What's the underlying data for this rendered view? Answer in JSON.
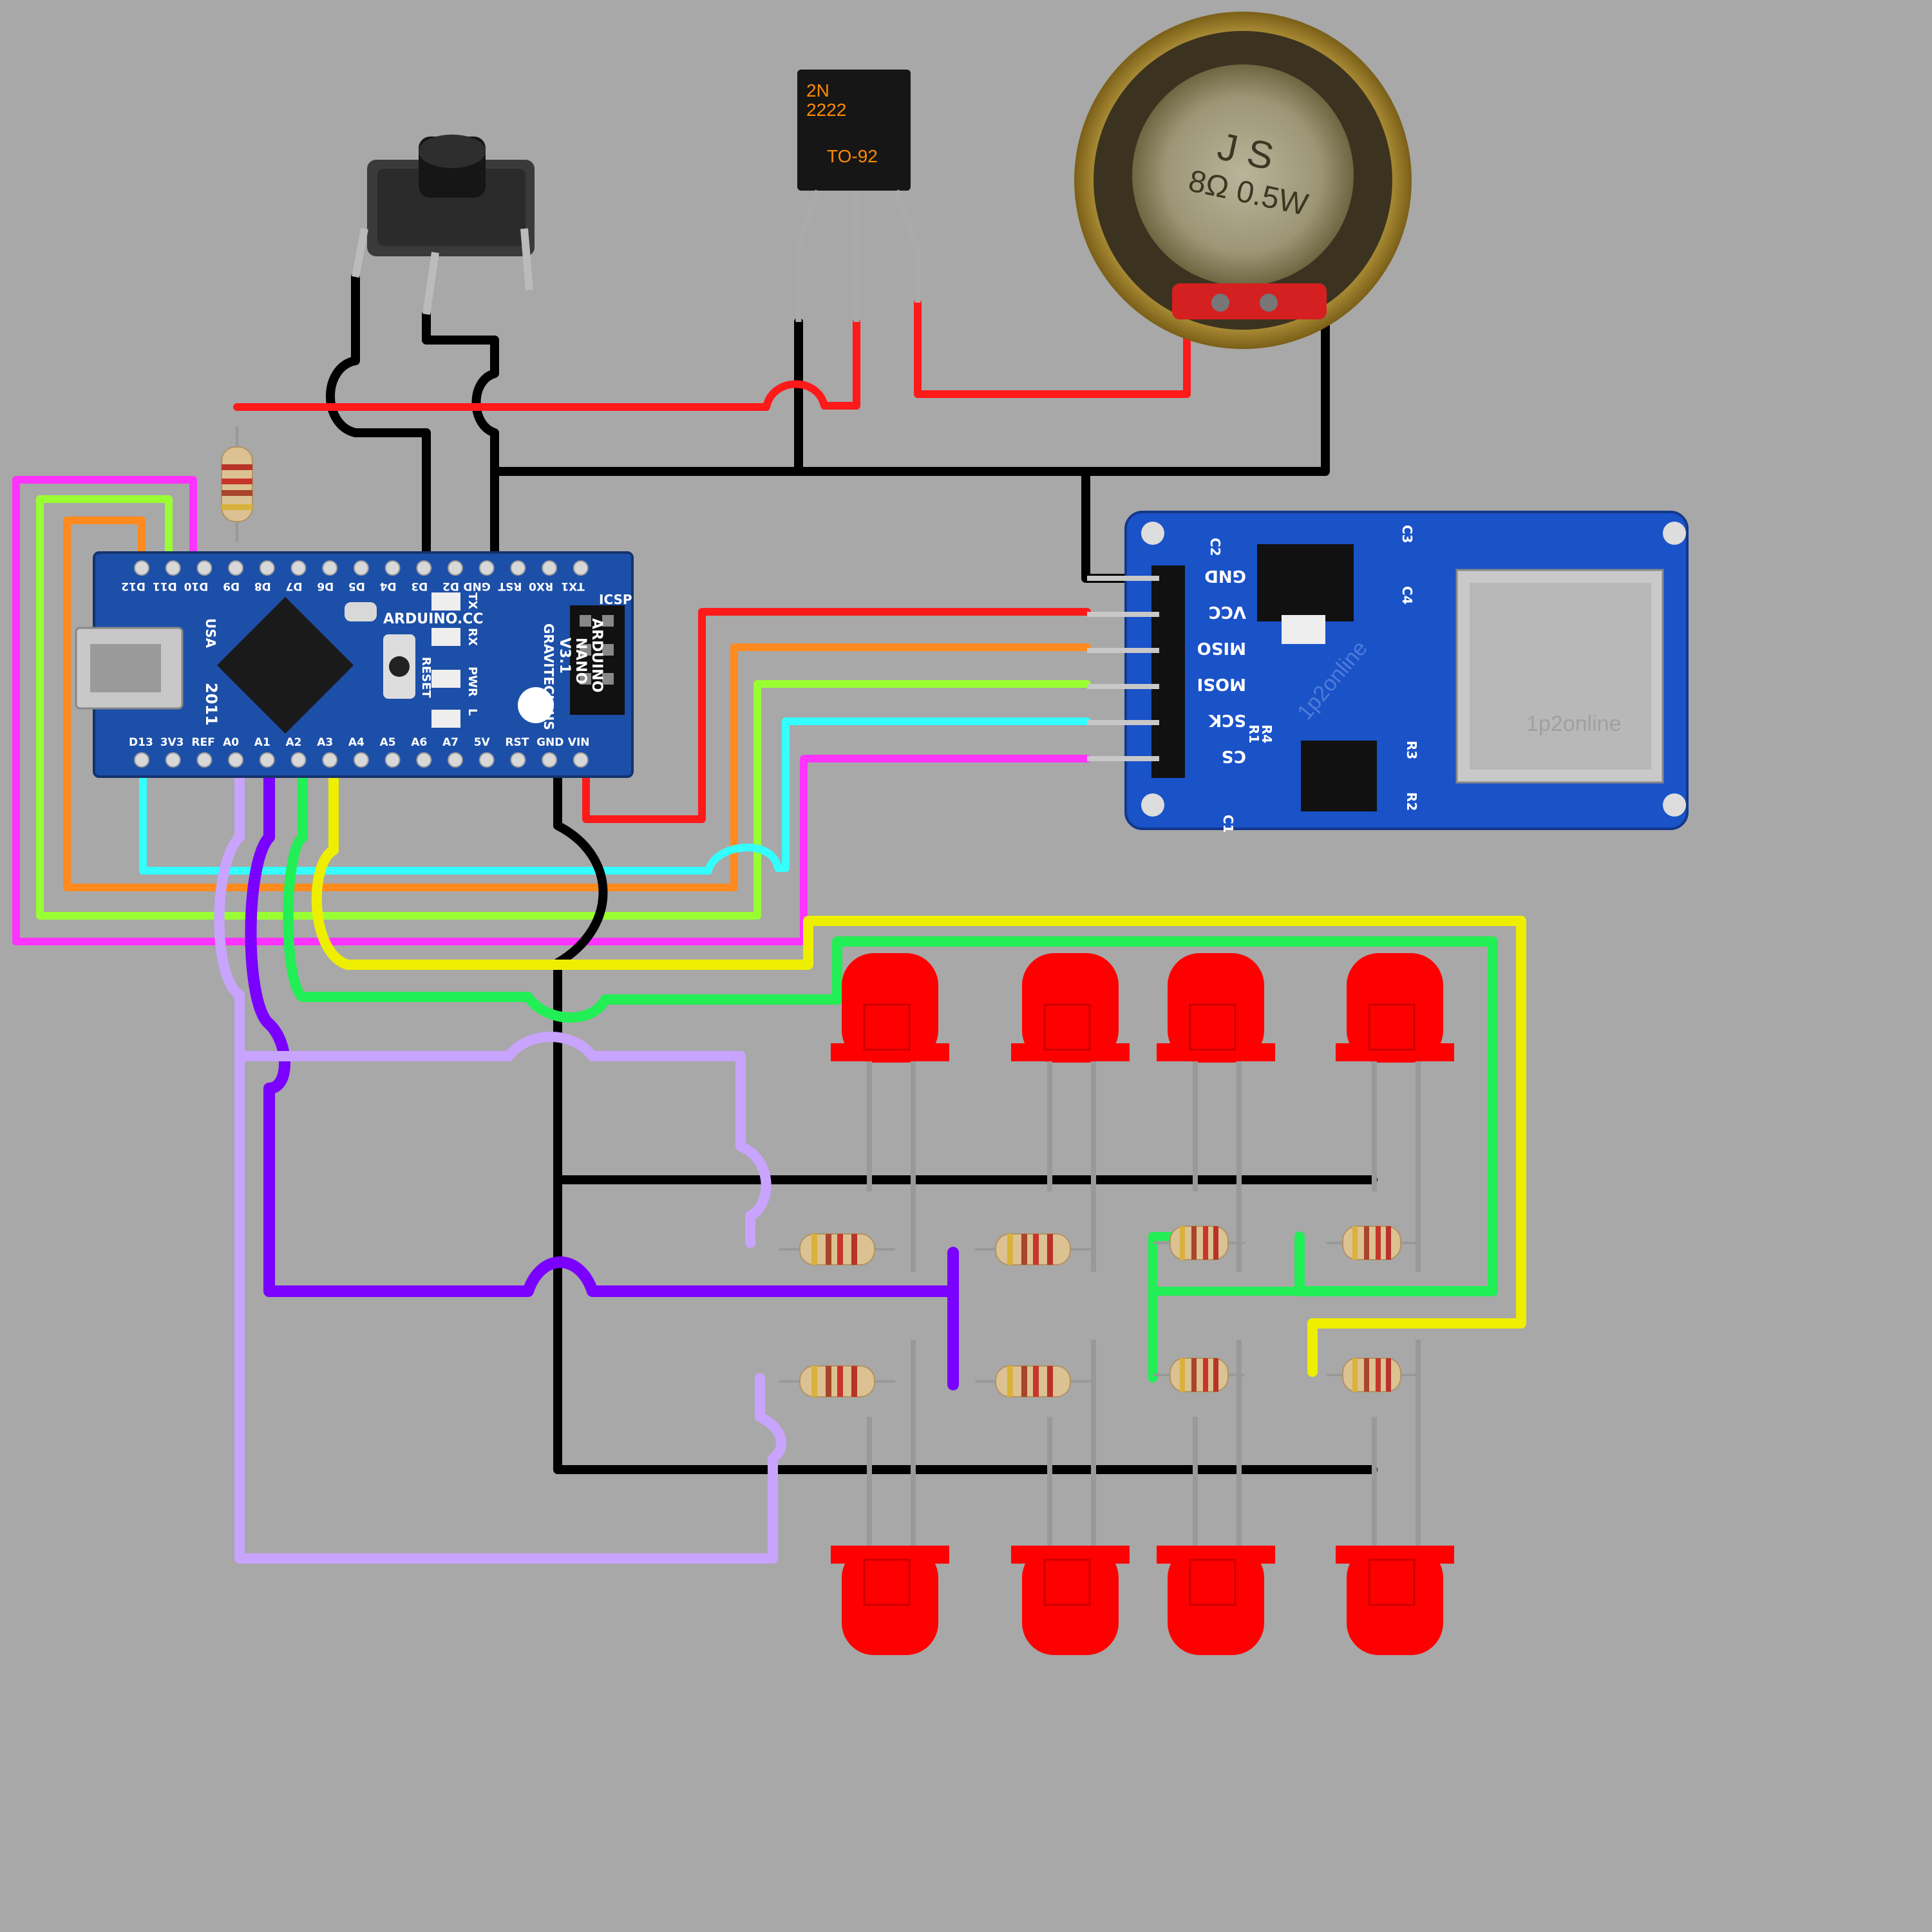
{
  "colors": {
    "background": "#a8a8a8",
    "wire_black": "#000000",
    "wire_red": "#ff1a1a",
    "wire_orange": "#ff8a1e",
    "wire_lime": "#99ff33",
    "wire_cyan": "#33ffff",
    "wire_magenta": "#ff33ff",
    "wire_purple": "#7a00ff",
    "wire_lavender": "#c8a4ff",
    "wire_green": "#22ee55",
    "wire_yellow": "#eeee00",
    "led_red": "#ff0000",
    "board_blue": "#1a52c8"
  },
  "transistor": {
    "part": "2N\n2222",
    "line1": "2N",
    "line2": "2222",
    "package": "TO-92"
  },
  "speaker": {
    "brand": "J S",
    "rating": "8Ω 0.5W"
  },
  "arduino": {
    "title_line1": "ARDUINO",
    "title_line2": "NANO",
    "version": "V3.1",
    "maker": "GRAVITECH.US",
    "website": "ARDUINO.CC",
    "country": "USA",
    "year": "2011",
    "reset": "RESET",
    "icsp": "ICSP",
    "led_tx": "TX",
    "led_rx": "RX",
    "led_pwr": "PWR",
    "led_l": "L",
    "top_pins": [
      "D12",
      "D11",
      "D10",
      "D9",
      "D8",
      "D7",
      "D6",
      "D5",
      "D4",
      "D3",
      "D2",
      "GND",
      "RST",
      "RX0",
      "TX1"
    ],
    "bottom_pins": [
      "D13",
      "3V3",
      "REF",
      "A0",
      "A1",
      "A2",
      "A3",
      "A4",
      "A5",
      "A6",
      "A7",
      "5V",
      "RST",
      "GND",
      "VIN"
    ]
  },
  "sd_module": {
    "pins": [
      "GND",
      "VCC",
      "MISO",
      "MOSI",
      "SCK",
      "CS"
    ],
    "components": [
      "C2",
      "C3",
      "C4",
      "C1",
      "R1",
      "R2",
      "R3",
      "R4"
    ],
    "watermark1": "1p2online",
    "watermark2": "1p2online"
  },
  "icons": {
    "button": "push-button-icon",
    "transistor": "transistor-icon",
    "speaker": "speaker-icon",
    "led": "red-led-icon",
    "resistor": "resistor-icon"
  }
}
